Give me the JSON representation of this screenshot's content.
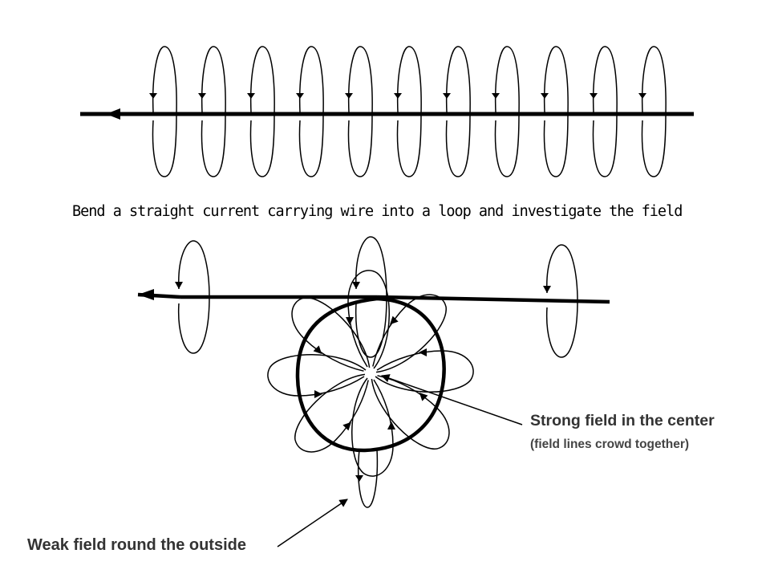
{
  "caption": "Bend a straight current carrying wire into a loop and investigate the field",
  "labels": {
    "strong_field": "Strong field in the center",
    "strong_field_note": "(field lines crowd together)",
    "weak_field": "Weak field round the outside"
  },
  "colors": {
    "line": "#000000",
    "label_text": "#333333"
  },
  "straight_wire": {
    "field_loop_count": 11,
    "current_direction": "left"
  },
  "bent_wire": {
    "current_direction": "left",
    "inner_field_petals": 8,
    "outer_field_loops": 3
  }
}
